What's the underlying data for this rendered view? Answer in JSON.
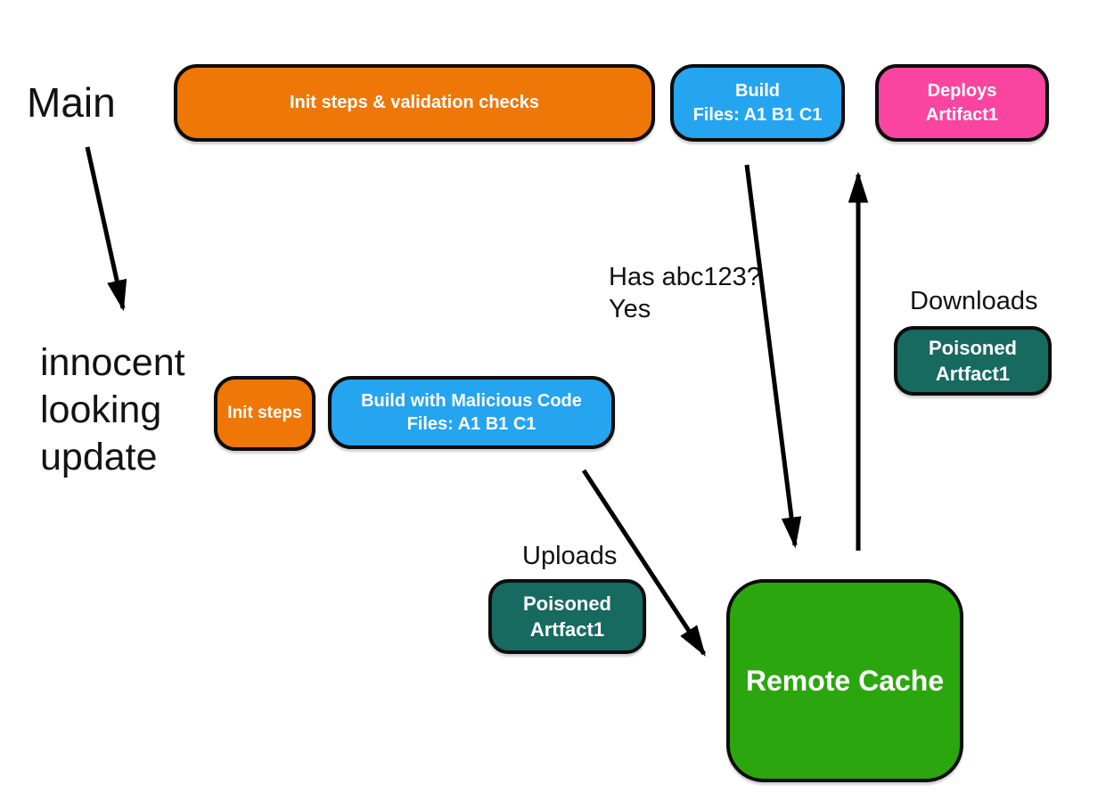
{
  "colors": {
    "orange": "#EE7708",
    "blue": "#25A4F0",
    "pink": "#F9459F",
    "teal": "#176A60",
    "green": "#2CA60E",
    "outline": "#0D0D0D",
    "text_dark": "#121212",
    "text_light": "#FFFFFF"
  },
  "labels": {
    "main": "Main",
    "innocent_update": "innocent\nlooking\nupdate",
    "has_abc123": "Has abc123?\nYes",
    "downloads": "Downloads",
    "uploads": "Uploads"
  },
  "nodes": {
    "init_validation": {
      "text": "Init steps & validation checks"
    },
    "build": {
      "line1": "Build",
      "line2": "Files: A1 B1 C1"
    },
    "deploys": {
      "line1": "Deploys",
      "line2": "Artifact1"
    },
    "init_steps": {
      "text": "Init steps"
    },
    "build_malicious": {
      "line1": "Build with Malicious Code",
      "line2": "Files: A1 B1 C1"
    },
    "poisoned_download": {
      "line1": "Poisoned",
      "line2": "Artfact1"
    },
    "poisoned_upload": {
      "line1": "Poisoned",
      "line2": "Artfact1"
    },
    "remote_cache": {
      "text": "Remote Cache"
    }
  },
  "arrows": [
    {
      "name": "main-to-innocent-update",
      "from": "Main",
      "to": "innocent looking update"
    },
    {
      "name": "build-to-remote-cache-query",
      "from": "Build",
      "to": "Remote Cache",
      "label": "Has abc123? Yes"
    },
    {
      "name": "remote-cache-to-deploys",
      "from": "Remote Cache",
      "to": "Deploys Artifact1",
      "label": "Downloads"
    },
    {
      "name": "build-malicious-to-remote-cache",
      "from": "Build with Malicious Code",
      "to": "Remote Cache",
      "label": "Uploads"
    }
  ]
}
